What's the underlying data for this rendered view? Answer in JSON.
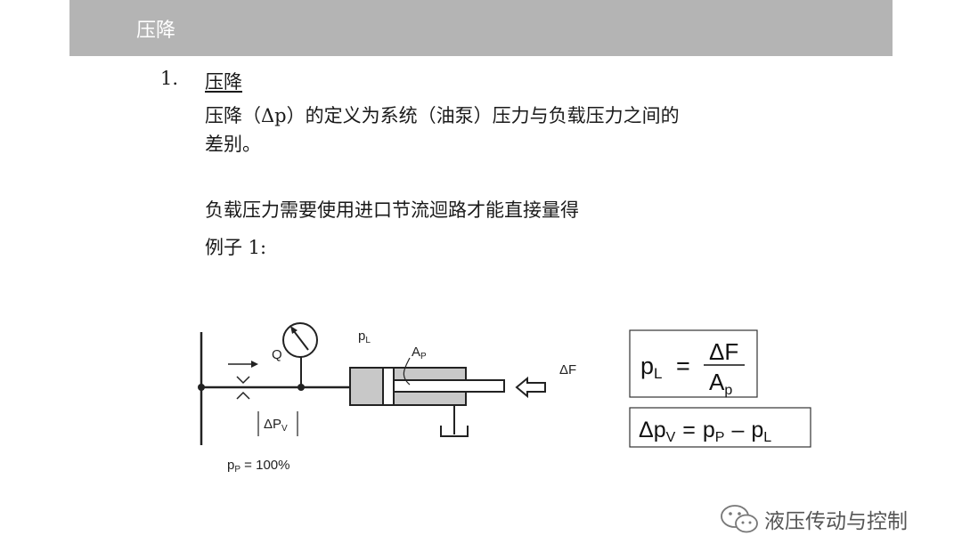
{
  "header": {
    "title": "压降"
  },
  "section": {
    "number": "1.",
    "title": "压降"
  },
  "body": {
    "line1": "压降（Δp）的定义为系统（油泵）压力与负载压力之间的",
    "line2": "差别。",
    "line3": "负载压力需要使用进口节流迴路才能直接量得",
    "line4": "例子 1:"
  },
  "diagram": {
    "label_pL": "p",
    "label_pL_sub": "L",
    "label_Q": "Q",
    "label_Ap": "A",
    "label_Ap_sub": "P",
    "label_dF": "ΔF",
    "label_dPv": "ΔP",
    "label_dPv_sub": "V",
    "label_pP": "p",
    "label_pP_sub": "P",
    "label_pP_value": " = 100%"
  },
  "formula1": {
    "lhs": "p",
    "lhs_sub": "L",
    "eq": "=",
    "numerator": "ΔF",
    "denominator": "A",
    "denominator_sub": "p"
  },
  "formula2": {
    "t1": "Δp",
    "t1_sub": "V",
    "eq": "=",
    "t2": "p",
    "t2_sub": "P",
    "minus": "–",
    "t3": "p",
    "t3_sub": "L"
  },
  "watermark": {
    "text": "液压传动与控制",
    "icon": "wechat-icon"
  },
  "colors": {
    "header_bg": "#b4b4b4",
    "cylinder_fill": "#c8c8c8"
  }
}
